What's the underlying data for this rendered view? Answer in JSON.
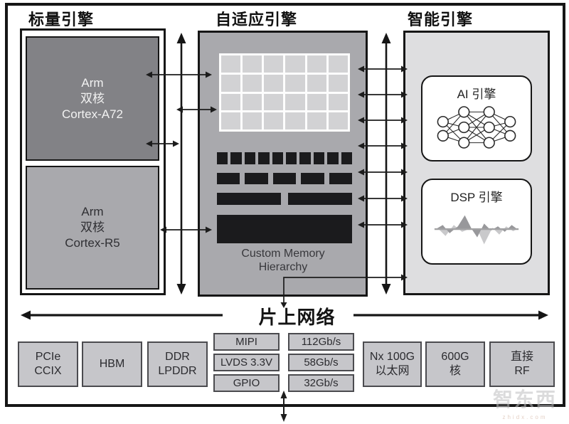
{
  "titles": {
    "scalar": "标量引擎",
    "adaptable": "自适应引擎",
    "intelligent": "智能引擎"
  },
  "scalar_engines": {
    "cortex_a72": {
      "lines": [
        "Arm",
        "双核",
        "Cortex-A72"
      ]
    },
    "cortex_r5": {
      "lines": [
        "Arm",
        "双核",
        "Cortex-R5"
      ]
    }
  },
  "adaptable_engines": {
    "logic_grid": {
      "cols": 6,
      "rows": 4
    },
    "block_ram_squares": 10,
    "ultra_ram_bars": 5,
    "cache_bars": 2,
    "memory_label": [
      "Custom Memory",
      "Hierarchy"
    ]
  },
  "intelligent_engines": {
    "ai_engine_label": "AI 引擎",
    "dsp_engine_label": "DSP 引擎"
  },
  "noc_label": "片上网络",
  "io_blocks": {
    "pcie": [
      "PCIe",
      "CCIX"
    ],
    "hbm": [
      "HBM"
    ],
    "ddr": [
      "DDR",
      "LPDDR"
    ],
    "mipi": [
      "MIPI"
    ],
    "lvds": [
      "LVDS 3.3V"
    ],
    "gpio": [
      "GPIO"
    ],
    "serdes112": [
      "112Gb/s"
    ],
    "serdes58": [
      "58Gb/s"
    ],
    "serdes32": [
      "32Gb/s"
    ],
    "ethernet": [
      "Nx 100G",
      "以太网"
    ],
    "core600g": [
      "600G",
      "核"
    ],
    "rf": [
      "直接",
      "RF"
    ]
  },
  "watermark": {
    "text": "智东西",
    "subtext": "zhidx.com"
  },
  "colors": {
    "dark_core": "#828286",
    "gray_block": "#a9a9ad",
    "light_panel": "#dedee0",
    "io_fill": "#c6c6ca",
    "black_bar": "#1b1b1d",
    "line": "#161616"
  }
}
